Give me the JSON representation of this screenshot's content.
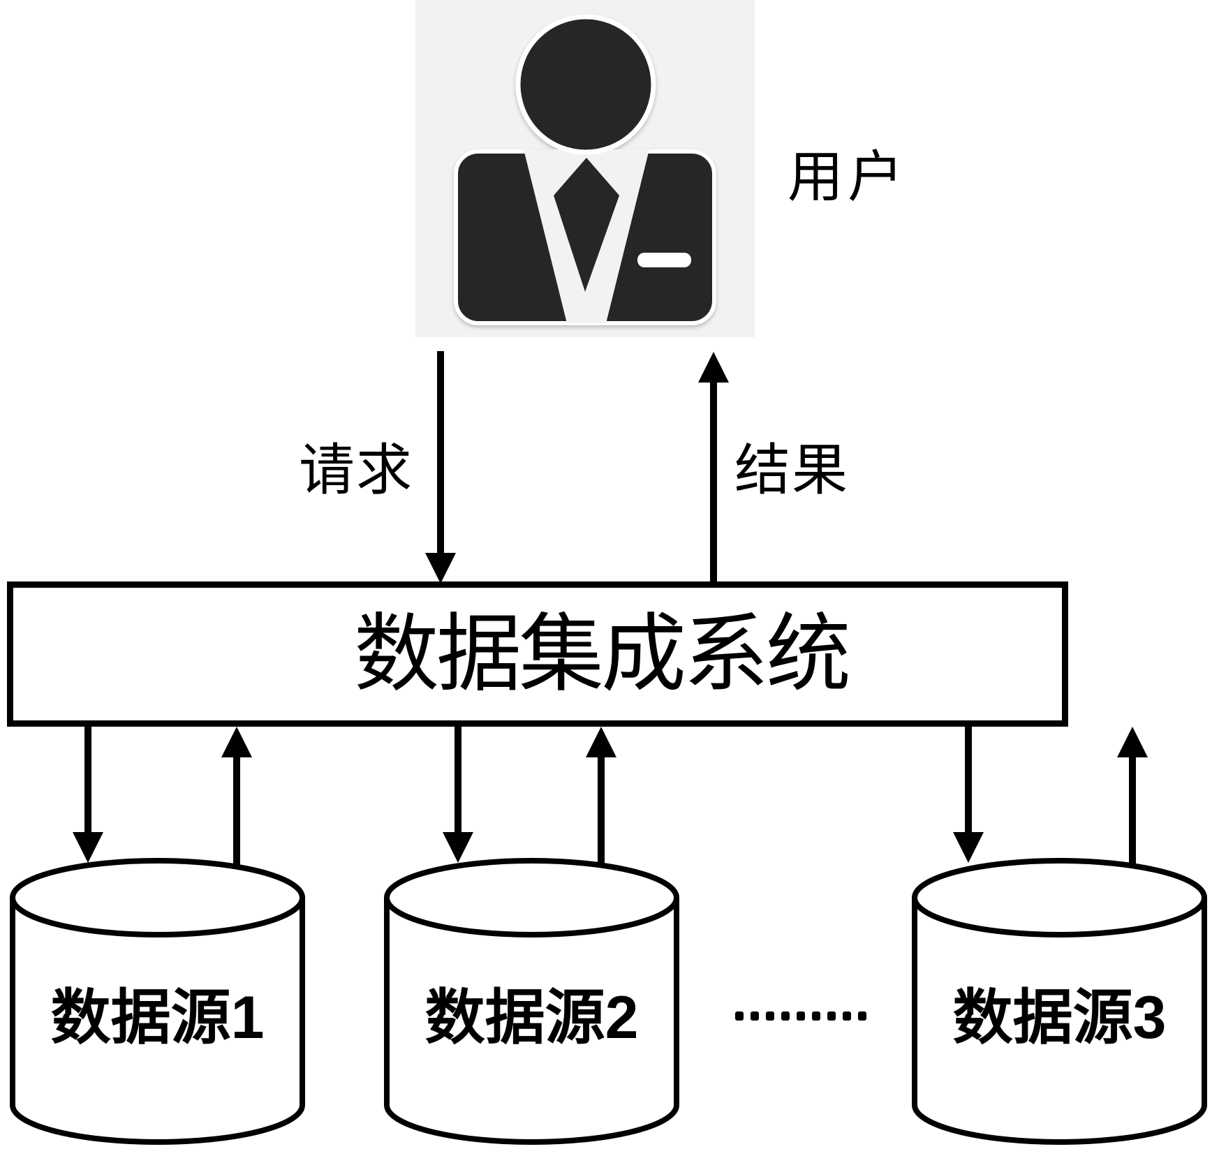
{
  "diagram": {
    "type": "architecture-diagram"
  },
  "user": {
    "label": "用户",
    "icon": "businessman-icon"
  },
  "flows": {
    "request_label": "请求",
    "result_label": "结果"
  },
  "system": {
    "title": "数据集成系统"
  },
  "datasources": [
    {
      "label": "数据源1",
      "shape": "database-cylinder"
    },
    {
      "label": "数据源2",
      "shape": "database-cylinder"
    },
    {
      "label": "数据源3",
      "shape": "database-cylinder"
    }
  ],
  "ellipsis": {
    "dot_count": 9
  },
  "colors": {
    "ink": "#000000",
    "icon_fill": "#262626",
    "panel_bg": "#f2f2f2",
    "paper_bg": "#ffffff"
  }
}
